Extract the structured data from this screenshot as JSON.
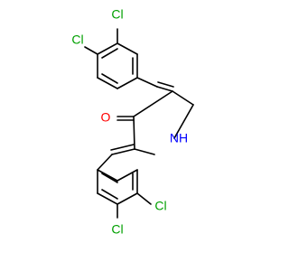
{
  "molecule": {
    "atoms": {
      "cl_top_a": "Cl",
      "cl_top_b": "Cl",
      "oxygen": "O",
      "nh": "NH",
      "cl_bottom_a": "Cl",
      "cl_bottom_b": "Cl"
    },
    "colors": {
      "bond": "#000000",
      "chlorine": "#00a000",
      "oxygen": "#ff0000",
      "nitrogen": "#0000ff"
    }
  }
}
